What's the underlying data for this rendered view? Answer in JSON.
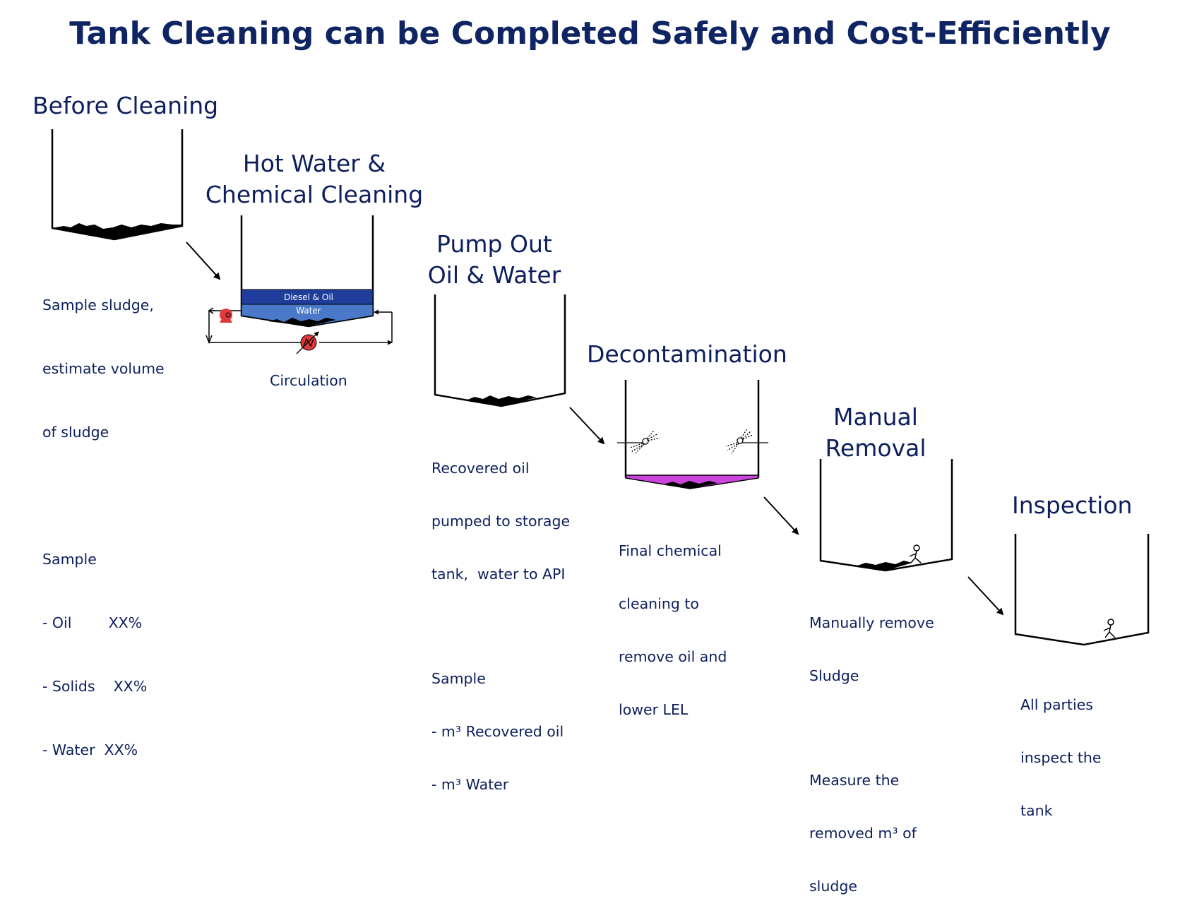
{
  "title": "Tank Cleaning can be Completed Safely and Cost-Efficiently",
  "steps": {
    "before": {
      "heading": "Before Cleaning",
      "lines": [
        "Sample sludge,",
        "estimate volume",
        "of sludge",
        "",
        "Sample",
        "- Oil        XX%",
        "- Solids    XX%",
        "- Water  XX%"
      ]
    },
    "hot_water": {
      "heading_line1": "Hot Water &",
      "heading_line2": "Chemical Cleaning",
      "layer_top": "Diesel & Oil",
      "layer_bottom": "Water",
      "caption": "Circulation"
    },
    "pump_out": {
      "heading_line1": "Pump Out",
      "heading_line2": "Oil & Water",
      "lines": [
        "Recovered oil",
        "pumped to storage",
        "tank,  water to API",
        "",
        "Sample",
        "- m³ Recovered oil",
        "- m³ Water"
      ]
    },
    "decon": {
      "heading": "Decontamination",
      "lines": [
        "Final chemical",
        "cleaning to",
        "remove oil and",
        "lower LEL"
      ]
    },
    "manual": {
      "heading_line1": "Manual",
      "heading_line2": "Removal",
      "lines": [
        "Manually remove",
        "Sludge",
        "",
        "Measure the",
        "removed m³ of",
        "sludge"
      ]
    },
    "inspection": {
      "heading": "Inspection",
      "lines": [
        "All parties",
        "inspect the",
        "tank"
      ]
    }
  },
  "colors": {
    "title": "#0f2563",
    "text": "#0d1f5c",
    "oil_layer": "#1f3d9a",
    "water_layer": "#4a79c9",
    "chemical": "#cc44dd",
    "pump": "#e0393b"
  },
  "icons": [
    "pump-icon",
    "heater-icon",
    "spray-nozzle-icon",
    "worker-icon"
  ]
}
